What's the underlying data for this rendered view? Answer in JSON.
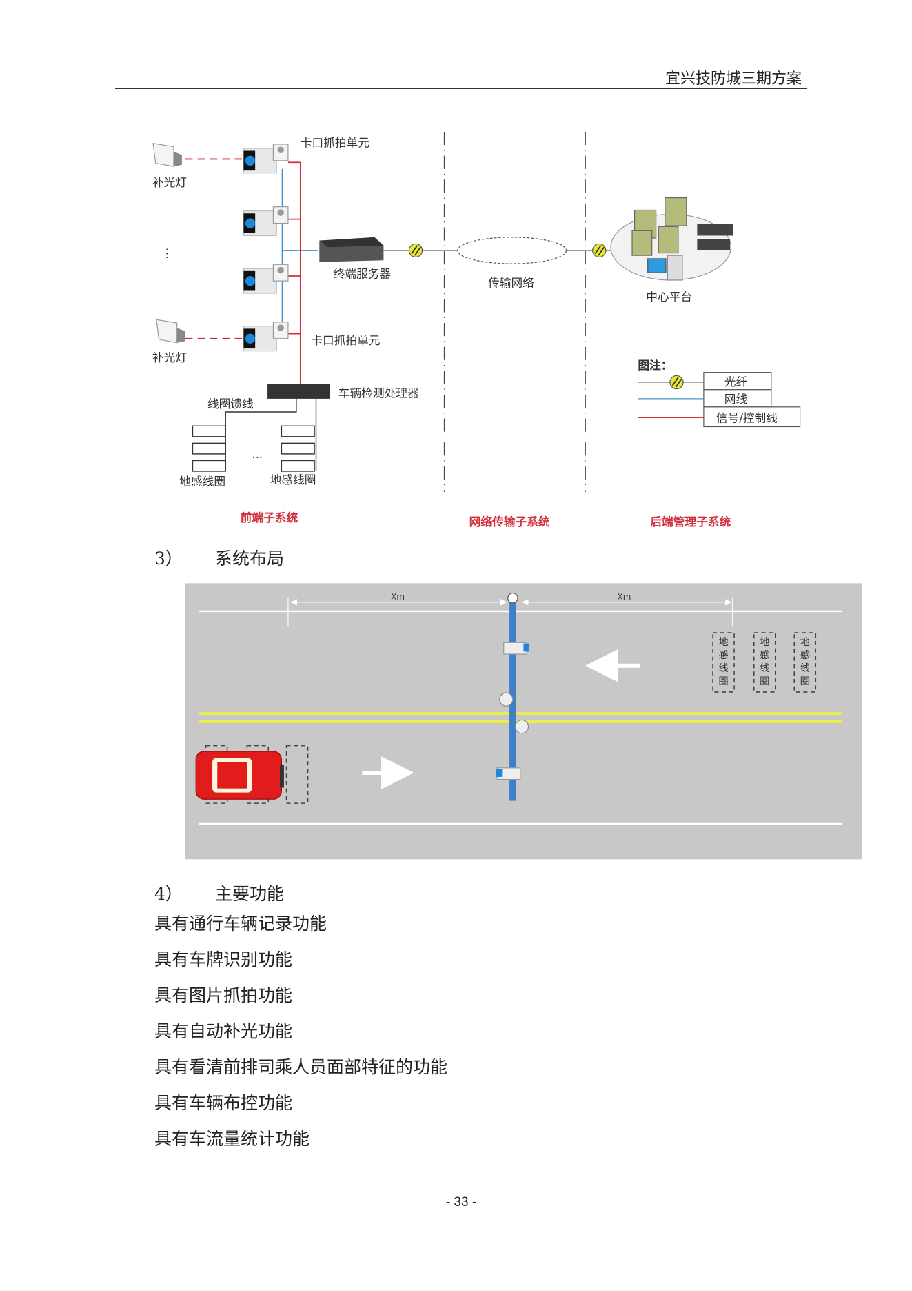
{
  "header": {
    "title": "宜兴技防城三期方案"
  },
  "diagram1": {
    "fill_light_top": "补光灯",
    "fill_light_bottom": "补光灯",
    "capture_unit_top": "卡口抓拍单元",
    "capture_unit_bottom": "卡口抓拍单元",
    "ellipsis": "⋮",
    "terminal_server": "终端服务器",
    "transport_network": "传输网络",
    "center_platform": "中心平台",
    "vehicle_detector": "车辆检测处理器",
    "coil_feeder": "线圈馈线",
    "loop_left": "地感线圈",
    "loop_right": "地感线圈",
    "loop_dots": "...",
    "legend": {
      "title": "图注：",
      "fiber": "光纤",
      "network_cable": "网线",
      "signal_line": "信号/控制线"
    },
    "front_subsystem": "前端子系统",
    "network_subsystem": "网络传输子系统",
    "backend_subsystem": "后端管理子系统",
    "colors": {
      "fiber": "#777777",
      "network": "#4a90c8",
      "signal": "#d1303a"
    }
  },
  "section3": {
    "num": "3）",
    "title": "系统布局"
  },
  "layout": {
    "distance_left": "Xm",
    "distance_right": "Xm",
    "loop_label": [
      "地",
      "感",
      "线",
      "圈"
    ],
    "colors": {
      "road": "#c8c8c8",
      "lane_yellow": "#f2f23a",
      "pole": "#3f7fc7",
      "car": "#e21c1c"
    }
  },
  "section4": {
    "num": "4）",
    "title": "主要功能"
  },
  "features": [
    "具有通行车辆记录功能",
    "具有车牌识别功能",
    "具有图片抓拍功能",
    "具有自动补光功能",
    "具有看清前排司乘人员面部特征的功能",
    "具有车辆布控功能",
    "具有车流量统计功能"
  ],
  "page_number": "- 33 -"
}
